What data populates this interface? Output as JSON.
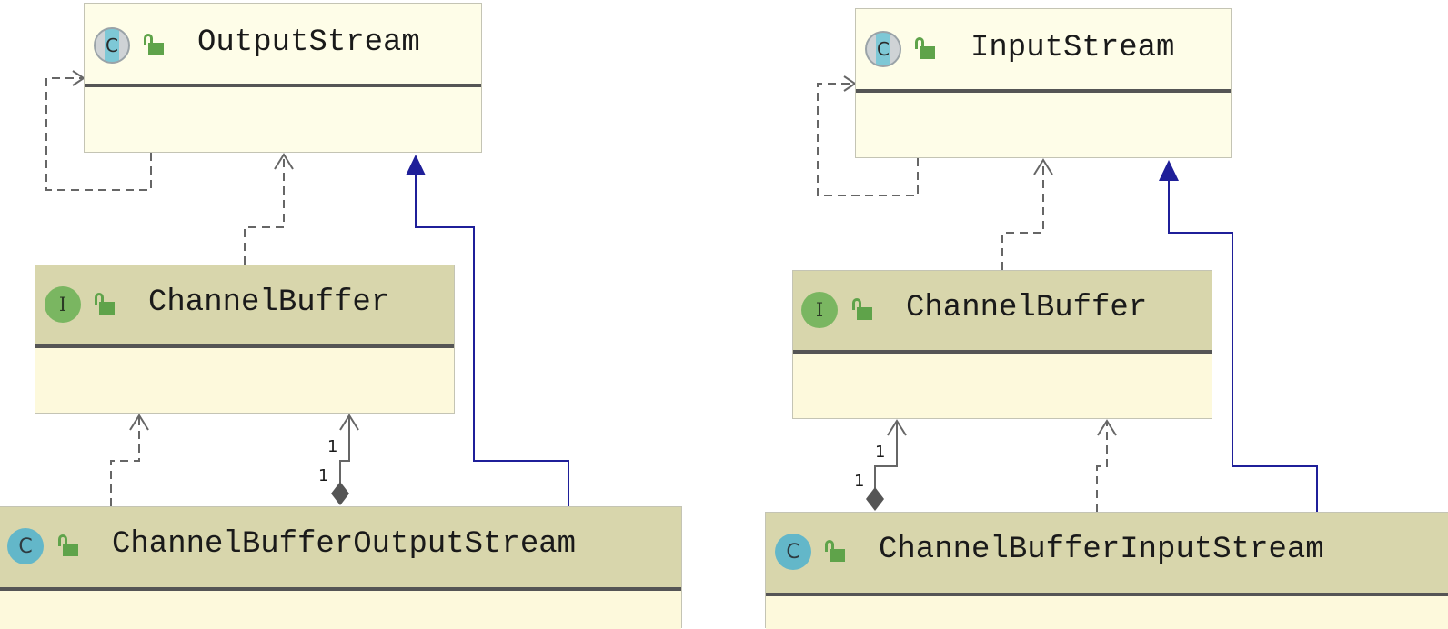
{
  "diagrams": [
    {
      "parent": {
        "name": "OutputStream",
        "kind": "abstract-class",
        "badge": "C"
      },
      "interface": {
        "name": "ChannelBuffer",
        "kind": "interface",
        "badge": "I"
      },
      "impl": {
        "name": "ChannelBufferOutputStream",
        "kind": "class",
        "badge": "C"
      },
      "composition": {
        "source_mult": "1",
        "target_mult": "1"
      }
    },
    {
      "parent": {
        "name": "InputStream",
        "kind": "abstract-class",
        "badge": "C"
      },
      "interface": {
        "name": "ChannelBuffer",
        "kind": "interface",
        "badge": "I"
      },
      "impl": {
        "name": "ChannelBufferInputStream",
        "kind": "class",
        "badge": "C"
      },
      "composition": {
        "source_mult": "1",
        "target_mult": "1"
      }
    }
  ],
  "colors": {
    "abstract_fill": "#fefde8",
    "header_fill": "#d8d6ac",
    "body_fill": "#fdf9dc",
    "inheritance_line": "#1f1f99",
    "dependency_line": "#666666"
  },
  "icons": {
    "class_badge": "class-icon",
    "interface_badge": "interface-icon",
    "visibility": "unlocked-padlock-icon"
  }
}
